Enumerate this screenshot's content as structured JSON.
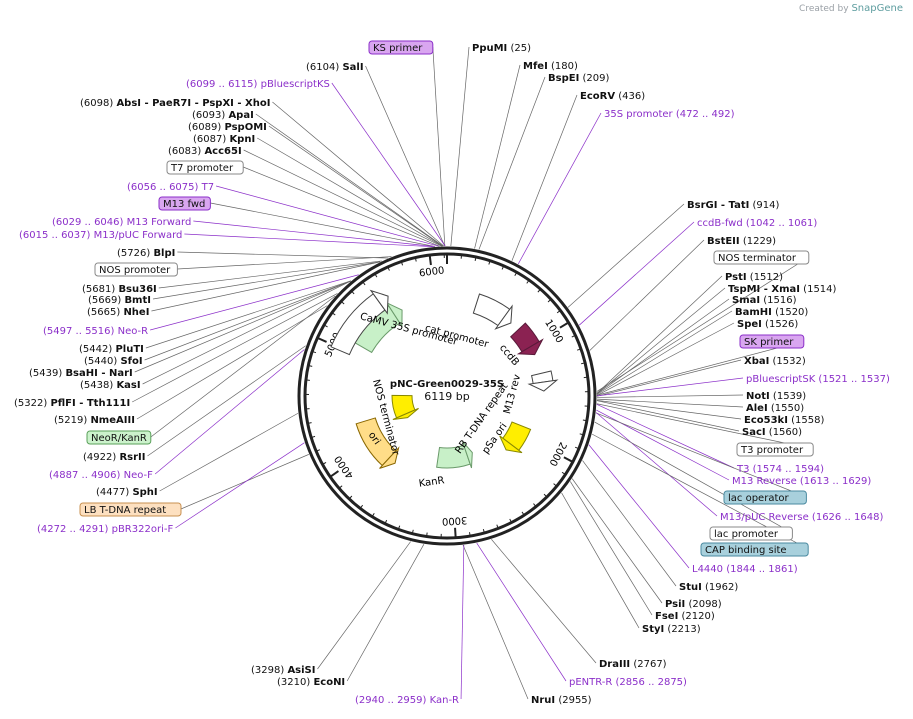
{
  "credit": {
    "prefix": "Created by",
    "brand": "SnapGene"
  },
  "plasmid": {
    "name": "pNC-Green0029-35S",
    "size": "6119 bp"
  },
  "ticks": [
    "1000",
    "2000",
    "3000",
    "4000",
    "5000",
    "6000"
  ],
  "inner_features": {
    "camv": "CaMV 35S promoter",
    "cat": "cat promoter",
    "ccdB": "ccdB",
    "m13rev": "M13 rev",
    "rb": "RB T-DNA repeat",
    "psa": "pSa ori",
    "kanr": "KanR",
    "ori": "ori",
    "nos": "NOS terminator"
  },
  "labels": [
    {
      "id": "ks-primer",
      "type": "feat-box",
      "text": "KS primer",
      "fill": "#d9a6f0",
      "stroke": "#8b2fc9"
    },
    {
      "id": "ppumi",
      "type": "enzyme",
      "name": "PpuMI",
      "pos": "(25)"
    },
    {
      "id": "mfei",
      "type": "enzyme",
      "name": "MfeI",
      "pos": "(180)"
    },
    {
      "id": "bspei",
      "type": "enzyme",
      "name": "BspEI",
      "pos": "(209)"
    },
    {
      "id": "ecorv",
      "type": "enzyme",
      "name": "EcoRV",
      "pos": "(436)"
    },
    {
      "id": "35s-primer",
      "type": "primer",
      "name": "35S promoter",
      "pos": "(472 .. 492)"
    },
    {
      "id": "sali",
      "type": "enzyme",
      "name": "SalI",
      "pos": "(6104)",
      "left": true
    },
    {
      "id": "pbluescriptks",
      "type": "primer",
      "name": "pBluescriptKS",
      "pos": "(6099 .. 6115)",
      "left": true
    },
    {
      "id": "absi",
      "type": "enzyme",
      "name": "AbsI   - PaeR7I   - PspXI   - XhoI",
      "pos": "(6098)",
      "left": true
    },
    {
      "id": "apai",
      "type": "enzyme",
      "name": "ApaI",
      "pos": "(6093)",
      "left": true
    },
    {
      "id": "pspomi",
      "type": "enzyme",
      "name": "PspOMI",
      "pos": "(6089)",
      "left": true
    },
    {
      "id": "kpni",
      "type": "enzyme",
      "name": "KpnI",
      "pos": "(6087)",
      "left": true
    },
    {
      "id": "acc65i",
      "type": "enzyme",
      "name": "Acc65I",
      "pos": "(6083)",
      "left": true
    },
    {
      "id": "t7-promoter",
      "type": "feat-box",
      "text": "T7 promoter",
      "fill": "#ffffff",
      "stroke": "#888888"
    },
    {
      "id": "t7",
      "type": "primer",
      "name": "T7",
      "pos": "(6056 .. 6075)",
      "left": true
    },
    {
      "id": "m13fwd",
      "type": "feat-box",
      "text": "M13 fwd",
      "fill": "#d9a6f0",
      "stroke": "#8b2fc9"
    },
    {
      "id": "m13forward",
      "type": "primer",
      "name": "M13 Forward",
      "pos": "(6029 .. 6046)",
      "left": true
    },
    {
      "id": "m13puc",
      "type": "primer",
      "name": "M13/pUC Forward",
      "pos": "(6015 .. 6037)",
      "left": true
    },
    {
      "id": "blpi",
      "type": "enzyme",
      "name": "BlpI",
      "pos": "(5726)",
      "left": true
    },
    {
      "id": "nos-promoter",
      "type": "feat-box",
      "text": "NOS promoter",
      "fill": "#ffffff",
      "stroke": "#888888"
    },
    {
      "id": "bsu36i",
      "type": "enzyme",
      "name": "Bsu36I",
      "pos": "(5681)",
      "left": true
    },
    {
      "id": "bmti",
      "type": "enzyme",
      "name": "BmtI",
      "pos": "(5669)",
      "left": true
    },
    {
      "id": "nhei",
      "type": "enzyme",
      "name": "NheI",
      "pos": "(5665)",
      "left": true
    },
    {
      "id": "neo-r",
      "type": "primer",
      "name": "Neo-R",
      "pos": "(5497 .. 5516)",
      "left": true
    },
    {
      "id": "pluti",
      "type": "enzyme",
      "name": "PluTI",
      "pos": "(5442)",
      "left": true
    },
    {
      "id": "sfoi",
      "type": "enzyme",
      "name": "SfoI",
      "pos": "(5440)",
      "left": true
    },
    {
      "id": "bsahi",
      "type": "enzyme",
      "name": "BsaHI   - NarI",
      "pos": "(5439)",
      "left": true
    },
    {
      "id": "kasi",
      "type": "enzyme",
      "name": "KasI",
      "pos": "(5438)",
      "left": true
    },
    {
      "id": "pflfi",
      "type": "enzyme",
      "name": "PflFI   - Tth111I",
      "pos": "(5322)",
      "left": true
    },
    {
      "id": "nmeaiii",
      "type": "enzyme",
      "name": "NmeAIII",
      "pos": "(5219)",
      "left": true
    },
    {
      "id": "neor-kanr",
      "type": "feat-box",
      "text": "NeoR/KanR",
      "fill": "#ccf2cc",
      "stroke": "#5aa05a"
    },
    {
      "id": "rsrii",
      "type": "enzyme",
      "name": "RsrII",
      "pos": "(4922)",
      "left": true
    },
    {
      "id": "neo-f",
      "type": "primer",
      "name": "Neo-F",
      "pos": "(4887 .. 4906)",
      "left": true
    },
    {
      "id": "sphi",
      "type": "enzyme",
      "name": "SphI",
      "pos": "(4477)",
      "left": true
    },
    {
      "id": "lb-tdna",
      "type": "feat-box",
      "text": "LB T-DNA repeat",
      "fill": "#fde0c0",
      "stroke": "#c89050"
    },
    {
      "id": "pbr322",
      "type": "primer",
      "name": "pBR322ori-F",
      "pos": "(4272 .. 4291)",
      "left": true
    },
    {
      "id": "bsrgi",
      "type": "enzyme",
      "name": "BsrGI   - TatI",
      "pos": "(914)"
    },
    {
      "id": "ccdb-fwd",
      "type": "primer",
      "name": "ccdB-fwd",
      "pos": "(1042 .. 1061)"
    },
    {
      "id": "bsteii",
      "type": "enzyme",
      "name": "BstEII",
      "pos": "(1229)"
    },
    {
      "id": "nos-terminator",
      "type": "feat-box",
      "text": "NOS terminator",
      "fill": "#ffffff",
      "stroke": "#888888"
    },
    {
      "id": "psti",
      "type": "enzyme",
      "name": "PstI",
      "pos": "(1512)"
    },
    {
      "id": "tspmi",
      "type": "enzyme",
      "name": "TspMI   - XmaI",
      "pos": "(1514)"
    },
    {
      "id": "smai",
      "type": "enzyme",
      "name": "SmaI",
      "pos": "(1516)"
    },
    {
      "id": "bamhi",
      "type": "enzyme",
      "name": "BamHI",
      "pos": "(1520)"
    },
    {
      "id": "spei",
      "type": "enzyme",
      "name": "SpeI",
      "pos": "(1526)"
    },
    {
      "id": "sk-primer",
      "type": "feat-box",
      "text": "SK primer",
      "fill": "#d9a6f0",
      "stroke": "#8b2fc9"
    },
    {
      "id": "xbai",
      "type": "enzyme",
      "name": "XbaI",
      "pos": "(1532)"
    },
    {
      "id": "pbluescriptsk",
      "type": "primer",
      "name": "pBluescriptSK",
      "pos": "(1521 .. 1537)"
    },
    {
      "id": "noti",
      "type": "enzyme",
      "name": "NotI",
      "pos": "(1539)"
    },
    {
      "id": "alei",
      "type": "enzyme",
      "name": "AleI",
      "pos": "(1550)"
    },
    {
      "id": "eco53ki",
      "type": "enzyme",
      "name": "Eco53kI",
      "pos": "(1558)"
    },
    {
      "id": "saci",
      "type": "enzyme",
      "name": "SacI",
      "pos": "(1560)"
    },
    {
      "id": "t3-promoter",
      "type": "feat-box",
      "text": "T3 promoter",
      "fill": "#ffffff",
      "stroke": "#888888"
    },
    {
      "id": "t3",
      "type": "primer",
      "name": "T3",
      "pos": "(1574 .. 1594)"
    },
    {
      "id": "m13reverse",
      "type": "primer",
      "name": "M13 Reverse",
      "pos": "(1613 .. 1629)"
    },
    {
      "id": "lac-operator",
      "type": "feat-box",
      "text": "lac operator",
      "fill": "#a8d0dc",
      "stroke": "#4a8aa0"
    },
    {
      "id": "m13puc-rev",
      "type": "primer",
      "name": "M13/pUC Reverse",
      "pos": "(1626 .. 1648)"
    },
    {
      "id": "lac-promoter",
      "type": "feat-box",
      "text": "lac promoter",
      "fill": "#ffffff",
      "stroke": "#888888"
    },
    {
      "id": "cap-site",
      "type": "feat-box",
      "text": "CAP binding site",
      "fill": "#a8d0dc",
      "stroke": "#4a8aa0"
    },
    {
      "id": "l4440",
      "type": "primer",
      "name": "L4440",
      "pos": "(1844 .. 1861)"
    },
    {
      "id": "stui",
      "type": "enzyme",
      "name": "StuI",
      "pos": "(1962)"
    },
    {
      "id": "psii",
      "type": "enzyme",
      "name": "PsiI",
      "pos": "(2098)"
    },
    {
      "id": "fsei",
      "type": "enzyme",
      "name": "FseI",
      "pos": "(2120)"
    },
    {
      "id": "styi",
      "type": "enzyme",
      "name": "StyI",
      "pos": "(2213)"
    },
    {
      "id": "draiii",
      "type": "enzyme",
      "name": "DraIII",
      "pos": "(2767)"
    },
    {
      "id": "pentr-r",
      "type": "primer",
      "name": "pENTR-R",
      "pos": "(2856 .. 2875)"
    },
    {
      "id": "nrui",
      "type": "enzyme",
      "name": "NruI",
      "pos": "(2955)"
    },
    {
      "id": "kan-r",
      "type": "primer",
      "name": "Kan-R",
      "pos": "(2940 .. 2959)",
      "left": true
    },
    {
      "id": "asisi",
      "type": "enzyme",
      "name": "AsiSI",
      "pos": "(3298)",
      "left": true
    },
    {
      "id": "econi",
      "type": "enzyme",
      "name": "EcoNI",
      "pos": "(3210)",
      "left": true
    }
  ]
}
